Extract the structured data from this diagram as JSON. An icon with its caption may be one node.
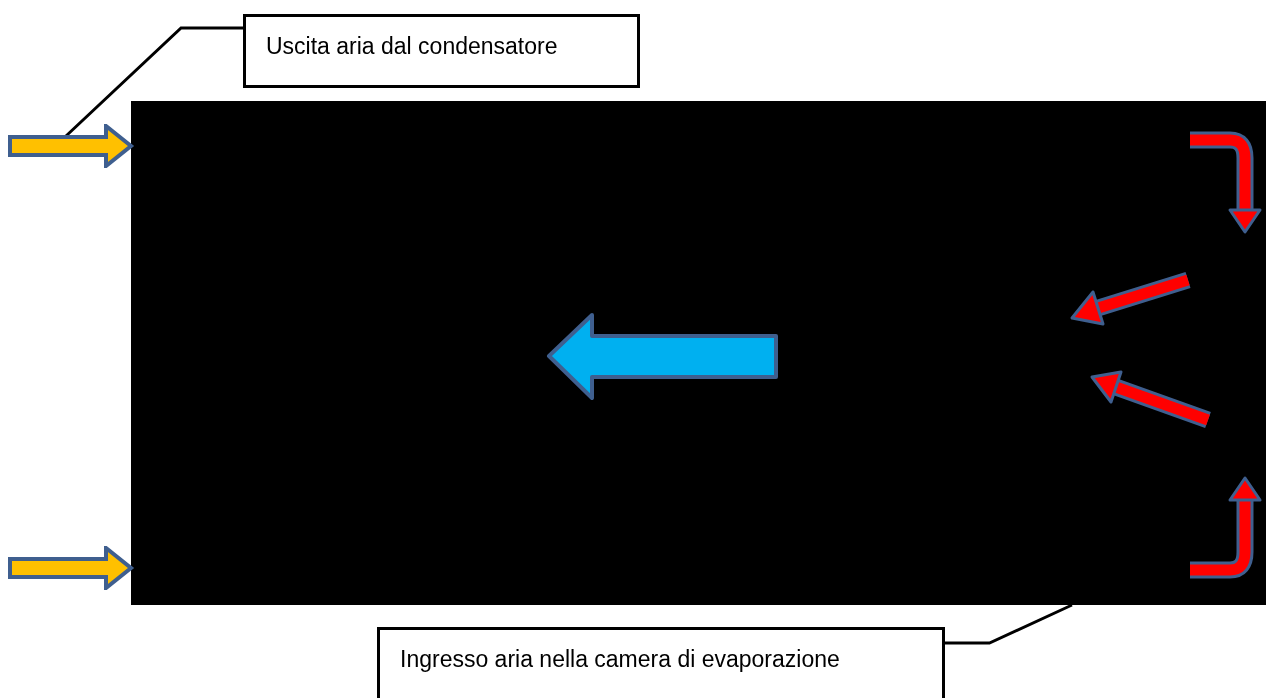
{
  "diagram": {
    "nodes": [
      {
        "text": [
          "Uscita aria dal condensatore"
        ]
      },
      {
        "text": [],
        "shape": "arrow"
      },
      {
        "text": [],
        "shape": "arrow"
      },
      {
        "text": [
          "Ingresso aria nella camera di evaporazione"
        ]
      },
      {
        "text": [],
        "shape": "box"
      }
    ],
    "edges": [
      {
        "from": 0,
        "to": 1,
        "arrow": "none"
      },
      {
        "from": 3,
        "to": 4,
        "arrow": "none"
      }
    ]
  }
}
